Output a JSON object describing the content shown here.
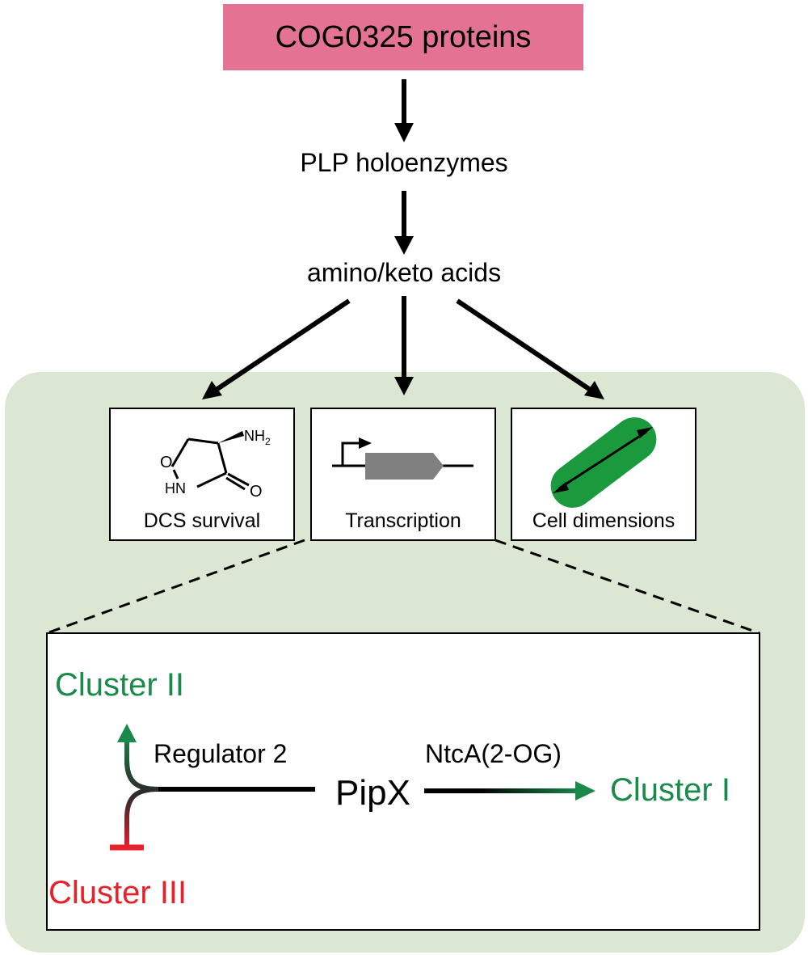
{
  "top_box": {
    "label": "COG0325 proteins",
    "fill": "#e47393"
  },
  "nodes": {
    "plp": "PLP holoenzymes",
    "acids": "amino/keto acids"
  },
  "panel": {
    "fill": "#dbe6d3"
  },
  "outcomes": {
    "dcs": {
      "label": "DCS survival",
      "molecule": {
        "amine": "NH",
        "amine_sub": "2",
        "ring_o": "O",
        "ring_nh": "HN",
        "carbonyl_o": "O"
      }
    },
    "transcription": {
      "label": "Transcription",
      "gene_color": "#808080"
    },
    "cell": {
      "label": "Cell dimensions",
      "cell_color": "#1a9a3c"
    }
  },
  "detail": {
    "cluster_ii": "Cluster II",
    "cluster_iii": "Cluster III",
    "cluster_i": "Cluster I",
    "regulator": "Regulator 2",
    "pipx": "PipX",
    "ntca": "NtcA(2-OG)",
    "activate_color": "#1a8a4a",
    "repress_color": "#e8202a"
  }
}
